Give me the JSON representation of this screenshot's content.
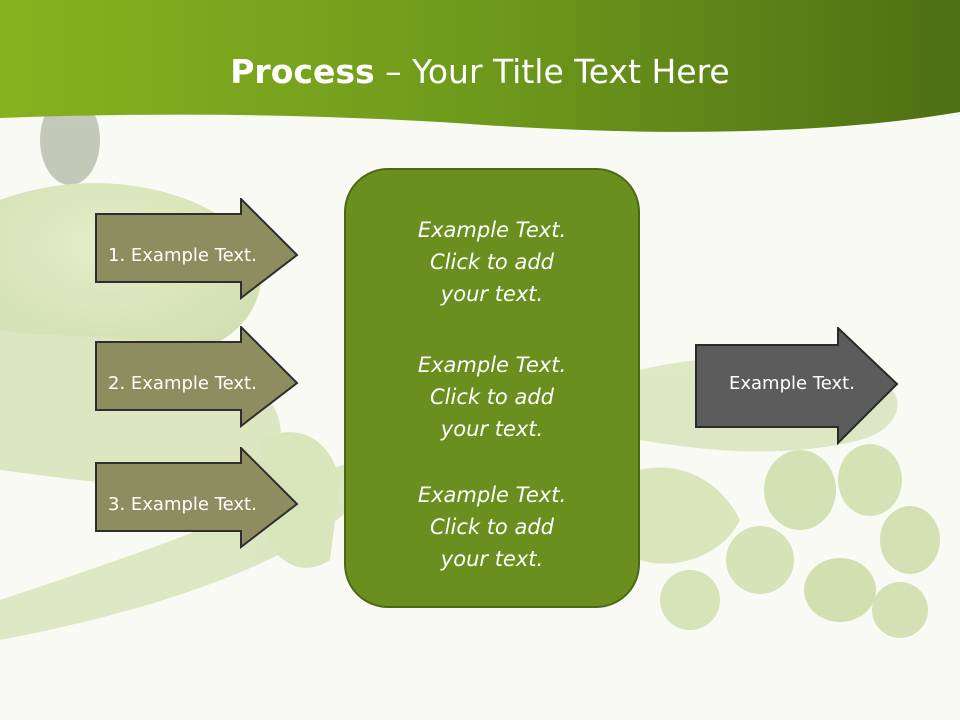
{
  "title": {
    "bold": "Process",
    "rest": " – Your Title Text Here"
  },
  "colors": {
    "header_green": "#7aa51f",
    "left_arrow_fill": "#8e8d5f",
    "center_box_fill": "#6a8f1f",
    "right_arrow_fill": "#5c5c5c"
  },
  "left_arrows": [
    {
      "label": "1. Example Text."
    },
    {
      "label": "2. Example Text."
    },
    {
      "label": "3. Example Text."
    }
  ],
  "center_box": {
    "blocks": [
      {
        "line1": "Example Text.",
        "line2": "Click  to add",
        "line3": "your text."
      },
      {
        "line1": "Example Text.",
        "line2": "Click  to add",
        "line3": "your text."
      },
      {
        "line1": "Example Text.",
        "line2": "Click  to add",
        "line3": "your text."
      }
    ]
  },
  "right_arrow": {
    "label": "Example Text."
  }
}
